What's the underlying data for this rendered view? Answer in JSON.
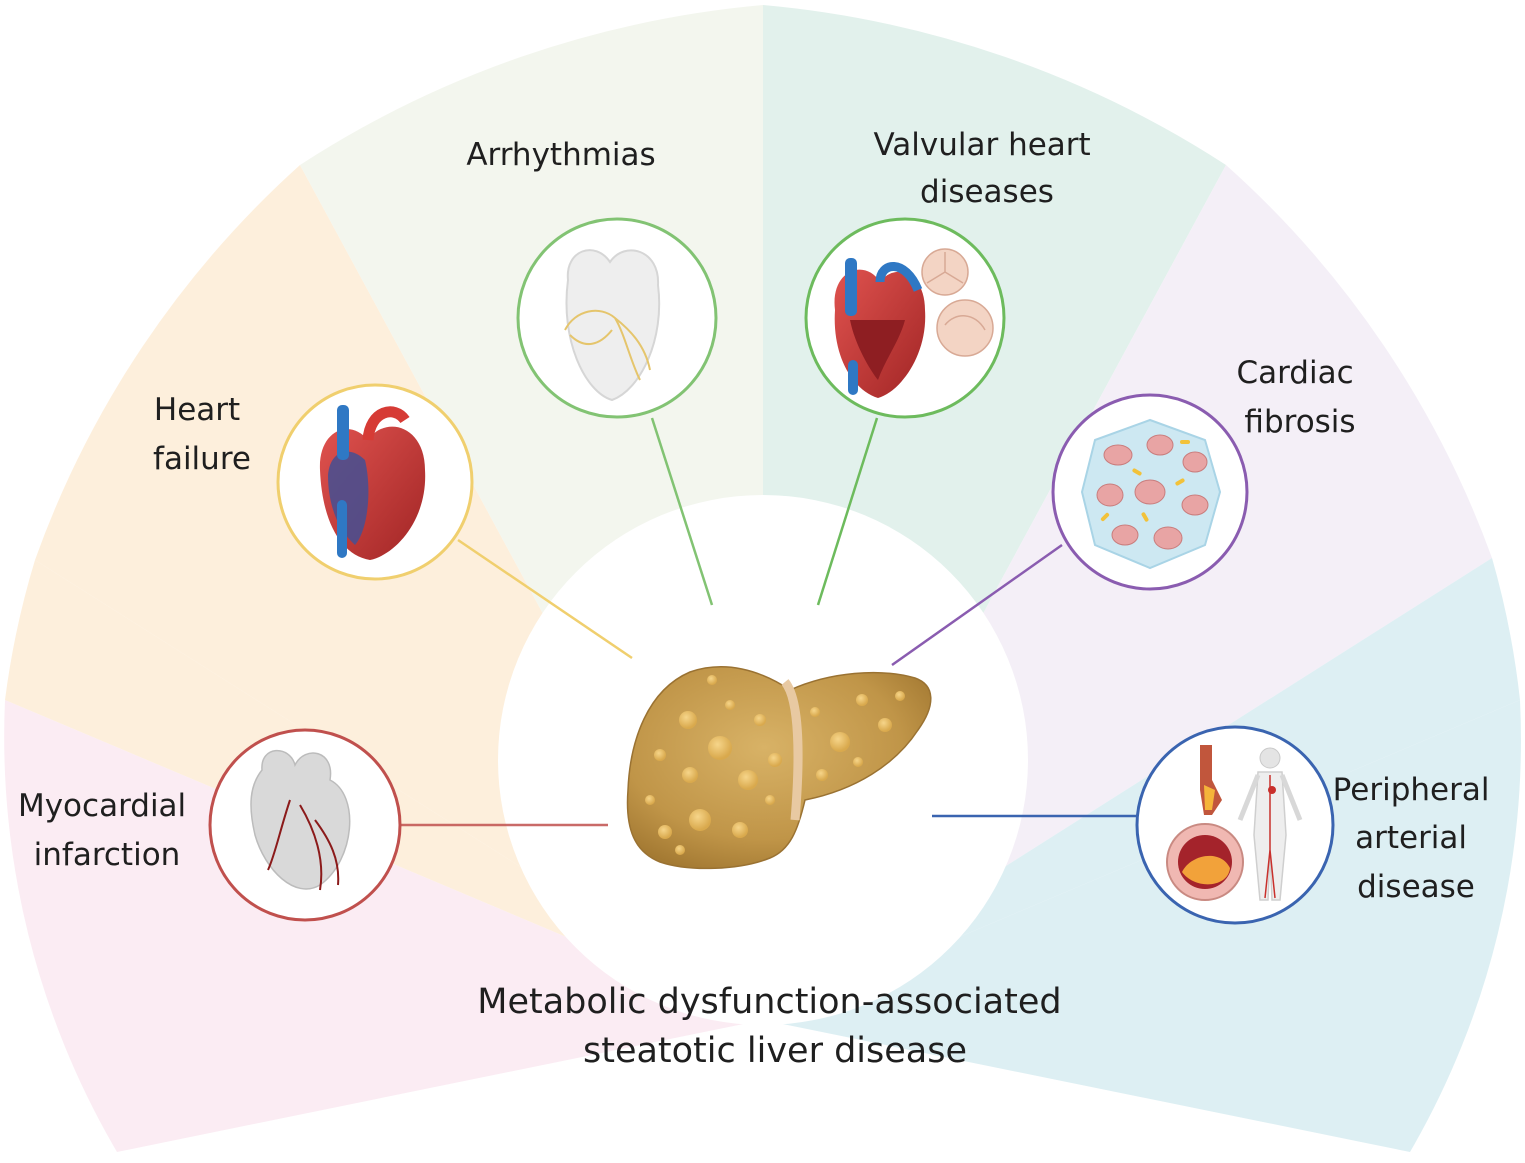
{
  "title": {
    "line1": "Metabolic dysfunction-associated",
    "line2": "steatotic liver disease"
  },
  "labels": {
    "myocardial_infarction": [
      "Myocardial",
      "infarction"
    ],
    "heart_failure": [
      "Heart",
      "failure"
    ],
    "arrhythmias": [
      "Arrhythmias"
    ],
    "valvular_heart_diseases": [
      "Valvular heart",
      "diseases"
    ],
    "cardiac_fibrosis": [
      "Cardiac",
      "fibrosis"
    ],
    "peripheral_arterial_disease": [
      "Peripheral",
      "arterial",
      "disease"
    ]
  },
  "colors": {
    "myocardial_infarction": "#c0504d",
    "heart_failure": "#f0cf6e",
    "arrhythmias": "#82c373",
    "valvular_heart_diseases": "#6dbb5d",
    "cardiac_fibrosis": "#8a5cb0",
    "peripheral_arterial_disease": "#3a64b0",
    "liver": "#c49a52"
  }
}
